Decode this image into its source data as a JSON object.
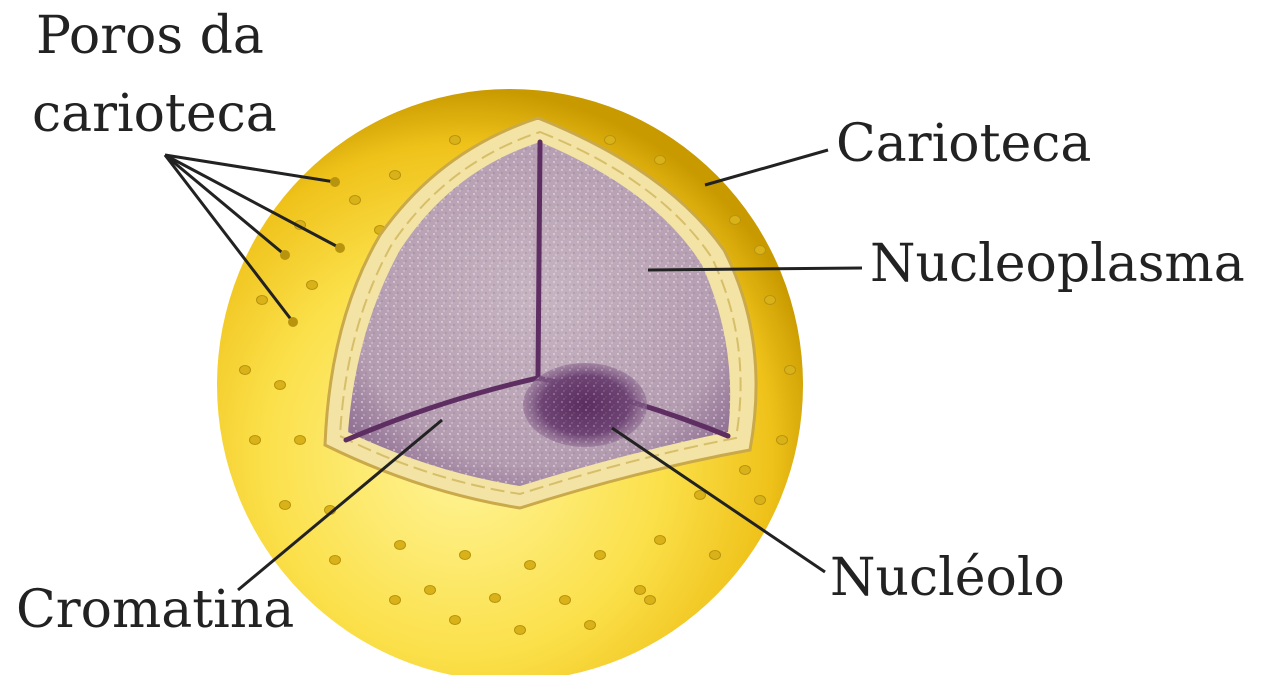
{
  "labels": {
    "poros_line1": "Poros da",
    "poros_line2": "carioteca",
    "carioteca": "Carioteca",
    "nucleoplasma": "Nucleoplasma",
    "cromatina": "Cromatina",
    "nucleolo": "Nucléolo"
  },
  "colors": {
    "sphere_light": "#FFF27A",
    "sphere_mid": "#F5D21E",
    "sphere_dark": "#C99A00",
    "pore": "#D9B21A",
    "cut_face_light": "#BFAAB8",
    "cut_face_dark": "#7E5A86",
    "membrane": "#F0DFA0",
    "chromatin": "#5E2E63",
    "nucleolus": "#6A3A6E",
    "leader_line": "#222222"
  }
}
